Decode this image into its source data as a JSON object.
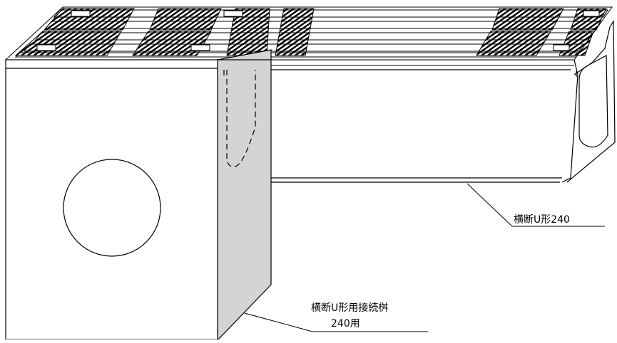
{
  "labels": {
    "gutter": "横断U形240",
    "basin_line1": "横断U形用接続桝",
    "basin_line2": "240用"
  },
  "colors": {
    "line": "#000000",
    "shade": "#d4d4d4",
    "hatch": "#000000",
    "background": "#ffffff"
  },
  "parts": {
    "gutter": "cross-u-gutter-240",
    "basin": "connection-basin",
    "grating": "steel-grating",
    "pipe_opening": "circular-pipe-opening"
  }
}
